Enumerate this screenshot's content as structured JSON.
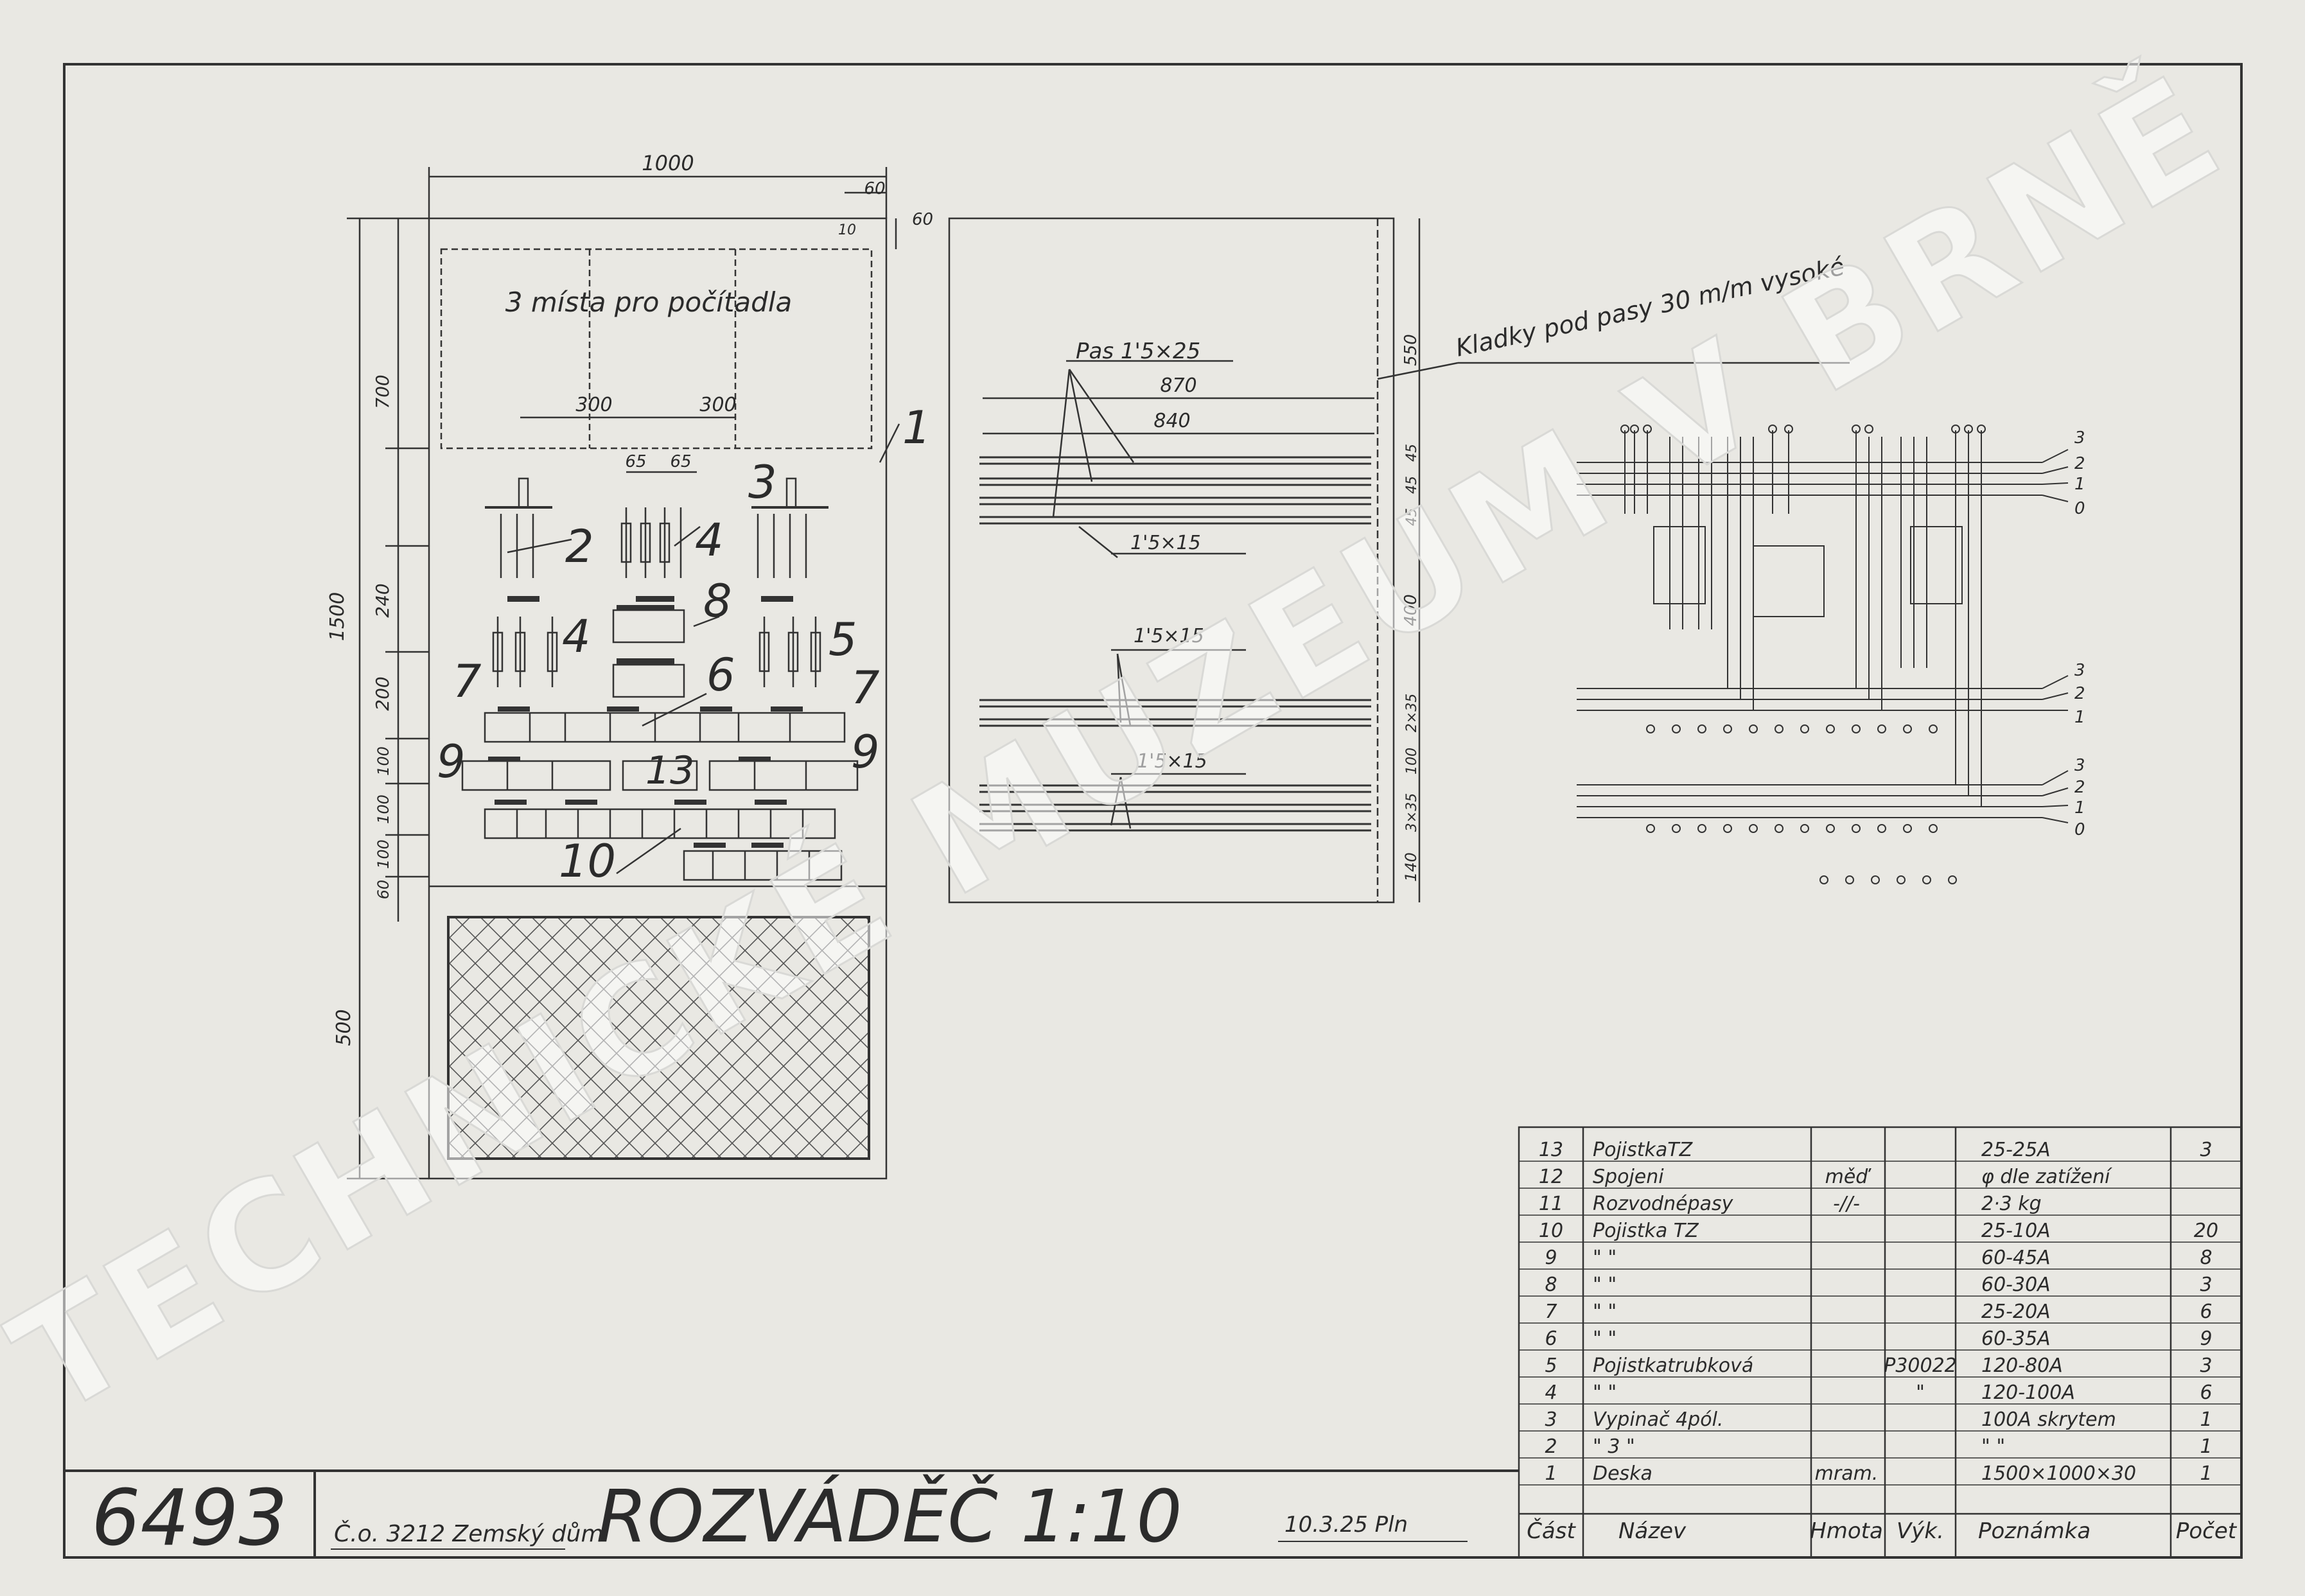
{
  "drawing": {
    "number": "6493",
    "project": "Č.o. 3212 Zemský dům",
    "title": "ROZVÁDĚČ 1:10",
    "date_sign": "10.3.25 Pln"
  },
  "watermark": "TECHNICKÉ MUZEUM V BRNĚ",
  "front_view": {
    "meter_label": "3 místa pro počítadla",
    "dims": {
      "w_total": "1000",
      "edge_top_right": "60",
      "edge_right": "60",
      "edge_small": "10",
      "h_total": "1500",
      "h_top": "700",
      "h_mid1": "240",
      "h_mid2": "200",
      "h_row1": "100",
      "h_row2": "100",
      "h_row3": "100",
      "h_bottom": "60",
      "h_lower": "500",
      "spacing_a": "300",
      "spacing_b": "300",
      "spacing_c": "65",
      "spacing_d": "65"
    },
    "item_marks": [
      "1",
      "2",
      "3",
      "4",
      "4",
      "5",
      "6",
      "7",
      "7",
      "8",
      "9",
      "9",
      "10",
      "13"
    ]
  },
  "side_view": {
    "bar_top": "Pas 1'5×25",
    "dim_870": "870",
    "dim_840": "840",
    "bar_mid": "1'5×15",
    "bar_low1": "1'5×15",
    "bar_low2": "1'5×15",
    "rollers": "Kladky pod pasy 30 m/m vysoké",
    "right_dims": [
      "550",
      "45",
      "45",
      "45",
      "400",
      "2×35",
      "100",
      "3×35",
      "140"
    ]
  },
  "schematic": {
    "phases_top": [
      "3",
      "2",
      "1",
      "0"
    ],
    "phases_mid": [
      "3",
      "2",
      "1"
    ],
    "phases_bot": [
      "3",
      "2",
      "1",
      "0"
    ]
  },
  "parts_table": {
    "headers": {
      "part": "Část",
      "name": "Název",
      "material": "Hmota",
      "maker": "Výk.",
      "note": "Poznámka",
      "count": "Počet"
    },
    "rows": [
      {
        "part": "13",
        "name": "PojistkaTZ",
        "material": "",
        "maker": "",
        "note": "25-25A",
        "count": "3"
      },
      {
        "part": "12",
        "name": "Spojeni",
        "material": "měď",
        "maker": "",
        "note": "φ dle zatížení",
        "count": ""
      },
      {
        "part": "11",
        "name": "Rozvodnépasy",
        "material": "-//-",
        "maker": "",
        "note": "2·3 kg",
        "count": ""
      },
      {
        "part": "10",
        "name": "Pojistka TZ",
        "material": "",
        "maker": "",
        "note": "25-10A",
        "count": "20"
      },
      {
        "part": "9",
        "name": "\"    \"",
        "material": "",
        "maker": "",
        "note": "60-45A",
        "count": "8"
      },
      {
        "part": "8",
        "name": "\"    \"",
        "material": "",
        "maker": "",
        "note": "60-30A",
        "count": "3"
      },
      {
        "part": "7",
        "name": "\"    \"",
        "material": "",
        "maker": "",
        "note": "25-20A",
        "count": "6"
      },
      {
        "part": "6",
        "name": "\"    \"",
        "material": "",
        "maker": "",
        "note": "60-35A",
        "count": "9"
      },
      {
        "part": "5",
        "name": "Pojistkatrubková",
        "material": "",
        "maker": "P30022",
        "note": "120-80A",
        "count": "3"
      },
      {
        "part": "4",
        "name": "\"    \"",
        "material": "",
        "maker": "\"",
        "note": "120-100A",
        "count": "6"
      },
      {
        "part": "3",
        "name": "Vypinač 4pól.",
        "material": "",
        "maker": "",
        "note": "100A skrytem",
        "count": "1"
      },
      {
        "part": "2",
        "name": "\"   3 \"",
        "material": "",
        "maker": "",
        "note": "\"      \"",
        "count": "1"
      },
      {
        "part": "1",
        "name": "Deska",
        "material": "mram.",
        "maker": "",
        "note": "1500×1000×30",
        "count": "1"
      }
    ]
  }
}
